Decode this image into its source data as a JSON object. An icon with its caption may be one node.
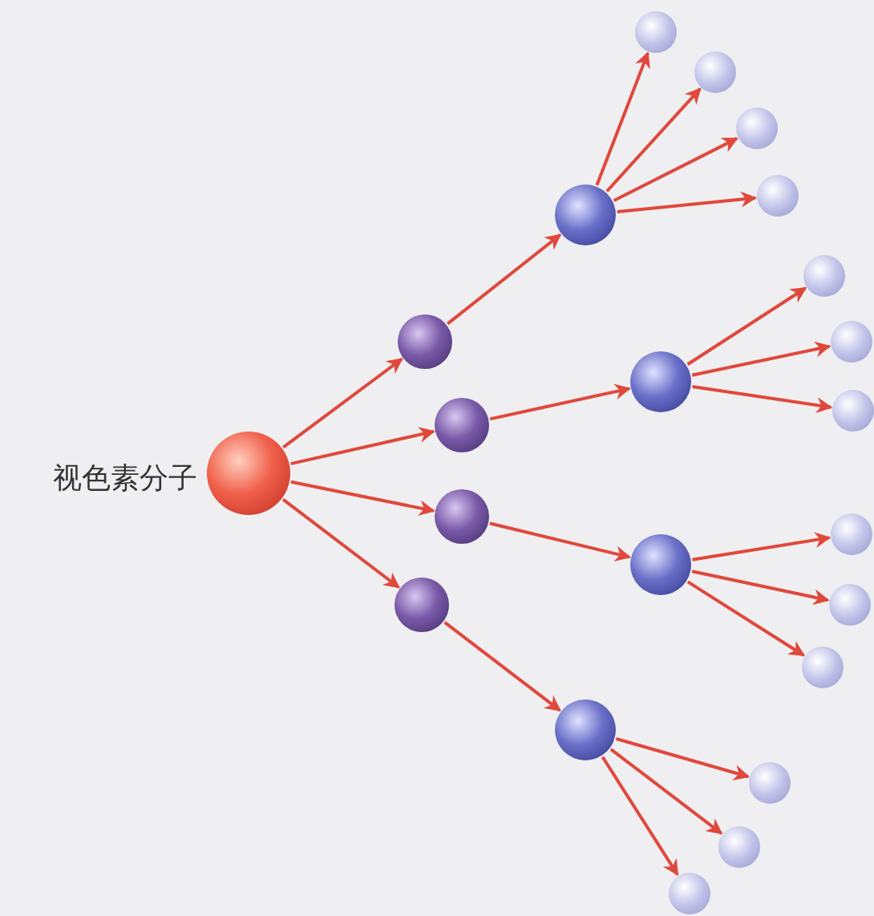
{
  "diagram": {
    "nodes": [
      {
        "text": [],
        "shape": "circle",
        "beside": [
          "视色素分子"
        ]
      },
      {
        "text": [],
        "shape": "circle"
      },
      {
        "text": [],
        "shape": "circle"
      },
      {
        "text": [],
        "shape": "circle"
      },
      {
        "text": [],
        "shape": "circle"
      },
      {
        "text": [],
        "shape": "circle"
      },
      {
        "text": [],
        "shape": "circle"
      },
      {
        "text": [],
        "shape": "circle"
      },
      {
        "text": [],
        "shape": "circle"
      },
      {
        "text": [],
        "shape": "circle"
      },
      {
        "text": [],
        "shape": "circle"
      },
      {
        "text": [],
        "shape": "circle"
      },
      {
        "text": [],
        "shape": "circle"
      },
      {
        "text": [],
        "shape": "circle"
      },
      {
        "text": [],
        "shape": "circle"
      },
      {
        "text": [],
        "shape": "circle"
      },
      {
        "text": [],
        "shape": "circle"
      },
      {
        "text": [],
        "shape": "circle"
      },
      {
        "text": [],
        "shape": "circle"
      },
      {
        "text": [],
        "shape": "circle"
      },
      {
        "text": [],
        "shape": "circle"
      },
      {
        "text": [],
        "shape": "circle"
      }
    ],
    "edges": [
      {
        "from": 0,
        "to": 1,
        "arrow": "to"
      },
      {
        "from": 0,
        "to": 2,
        "arrow": "to"
      },
      {
        "from": 0,
        "to": 3,
        "arrow": "to"
      },
      {
        "from": 0,
        "to": 4,
        "arrow": "to"
      },
      {
        "from": 1,
        "to": 5,
        "arrow": "to"
      },
      {
        "from": 2,
        "to": 6,
        "arrow": "to"
      },
      {
        "from": 3,
        "to": 7,
        "arrow": "to"
      },
      {
        "from": 4,
        "to": 8,
        "arrow": "to"
      },
      {
        "from": 5,
        "to": 9,
        "arrow": "to"
      },
      {
        "from": 5,
        "to": 10,
        "arrow": "to"
      },
      {
        "from": 5,
        "to": 11,
        "arrow": "to"
      },
      {
        "from": 5,
        "to": 12,
        "arrow": "to"
      },
      {
        "from": 6,
        "to": 13,
        "arrow": "to"
      },
      {
        "from": 6,
        "to": 14,
        "arrow": "to"
      },
      {
        "from": 6,
        "to": 15,
        "arrow": "to"
      },
      {
        "from": 7,
        "to": 16,
        "arrow": "to"
      },
      {
        "from": 7,
        "to": 17,
        "arrow": "to"
      },
      {
        "from": 7,
        "to": 18,
        "arrow": "to"
      },
      {
        "from": 8,
        "to": 19,
        "arrow": "to"
      },
      {
        "from": 8,
        "to": 20,
        "arrow": "to"
      },
      {
        "from": 8,
        "to": 21,
        "arrow": "to"
      }
    ]
  }
}
